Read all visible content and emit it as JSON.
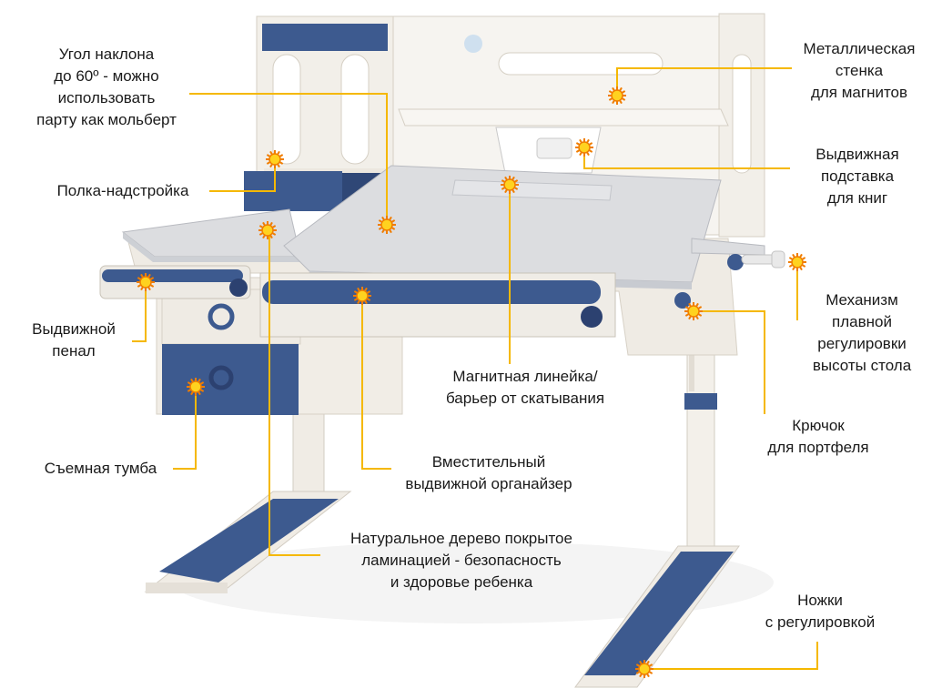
{
  "colors": {
    "desk_white": "#f1ede6",
    "desk_shadow": "#d9d3c9",
    "accent_blue": "#3d5a8f",
    "dark_blue": "#2e4676",
    "gray_top": "#dcdde0",
    "leader_line": "#f5b800",
    "marker_fill": "#ffd21f",
    "marker_ray": "#f07d00",
    "text": "#1a1a1a"
  },
  "callouts": [
    {
      "id": "tilt-angle",
      "lines": [
        "Угол наклона",
        "до 60º - можно",
        "использовать",
        "парту как мольберт"
      ]
    },
    {
      "id": "top-shelf",
      "lines": [
        "Полка-надстройка"
      ]
    },
    {
      "id": "pencil-drawer",
      "lines": [
        "Выдвижной",
        "пенал"
      ]
    },
    {
      "id": "removable-cabinet",
      "lines": [
        "Съемная тумба"
      ]
    },
    {
      "id": "metal-wall",
      "lines": [
        "Металлическая",
        "стенка",
        "для магнитов"
      ]
    },
    {
      "id": "book-stand",
      "lines": [
        "Выдвижная",
        "подставка",
        "для книг"
      ]
    },
    {
      "id": "height-mechanism",
      "lines": [
        "Механизм",
        "плавной",
        "регулировки",
        "высоты стола"
      ]
    },
    {
      "id": "magnetic-ruler",
      "lines": [
        "Магнитная линейка/",
        "барьер от скатывания"
      ]
    },
    {
      "id": "organizer",
      "lines": [
        "Вместительный",
        "выдвижной органайзер"
      ]
    },
    {
      "id": "bag-hook",
      "lines": [
        "Крючок",
        "для портфеля"
      ]
    },
    {
      "id": "natural-wood",
      "lines": [
        "Натуральное дерево покрытое",
        "ламинацией - безопасность",
        "и здоровье ребенка"
      ]
    },
    {
      "id": "adjustable-legs",
      "lines": [
        "Ножки",
        "с регулировкой"
      ]
    }
  ]
}
